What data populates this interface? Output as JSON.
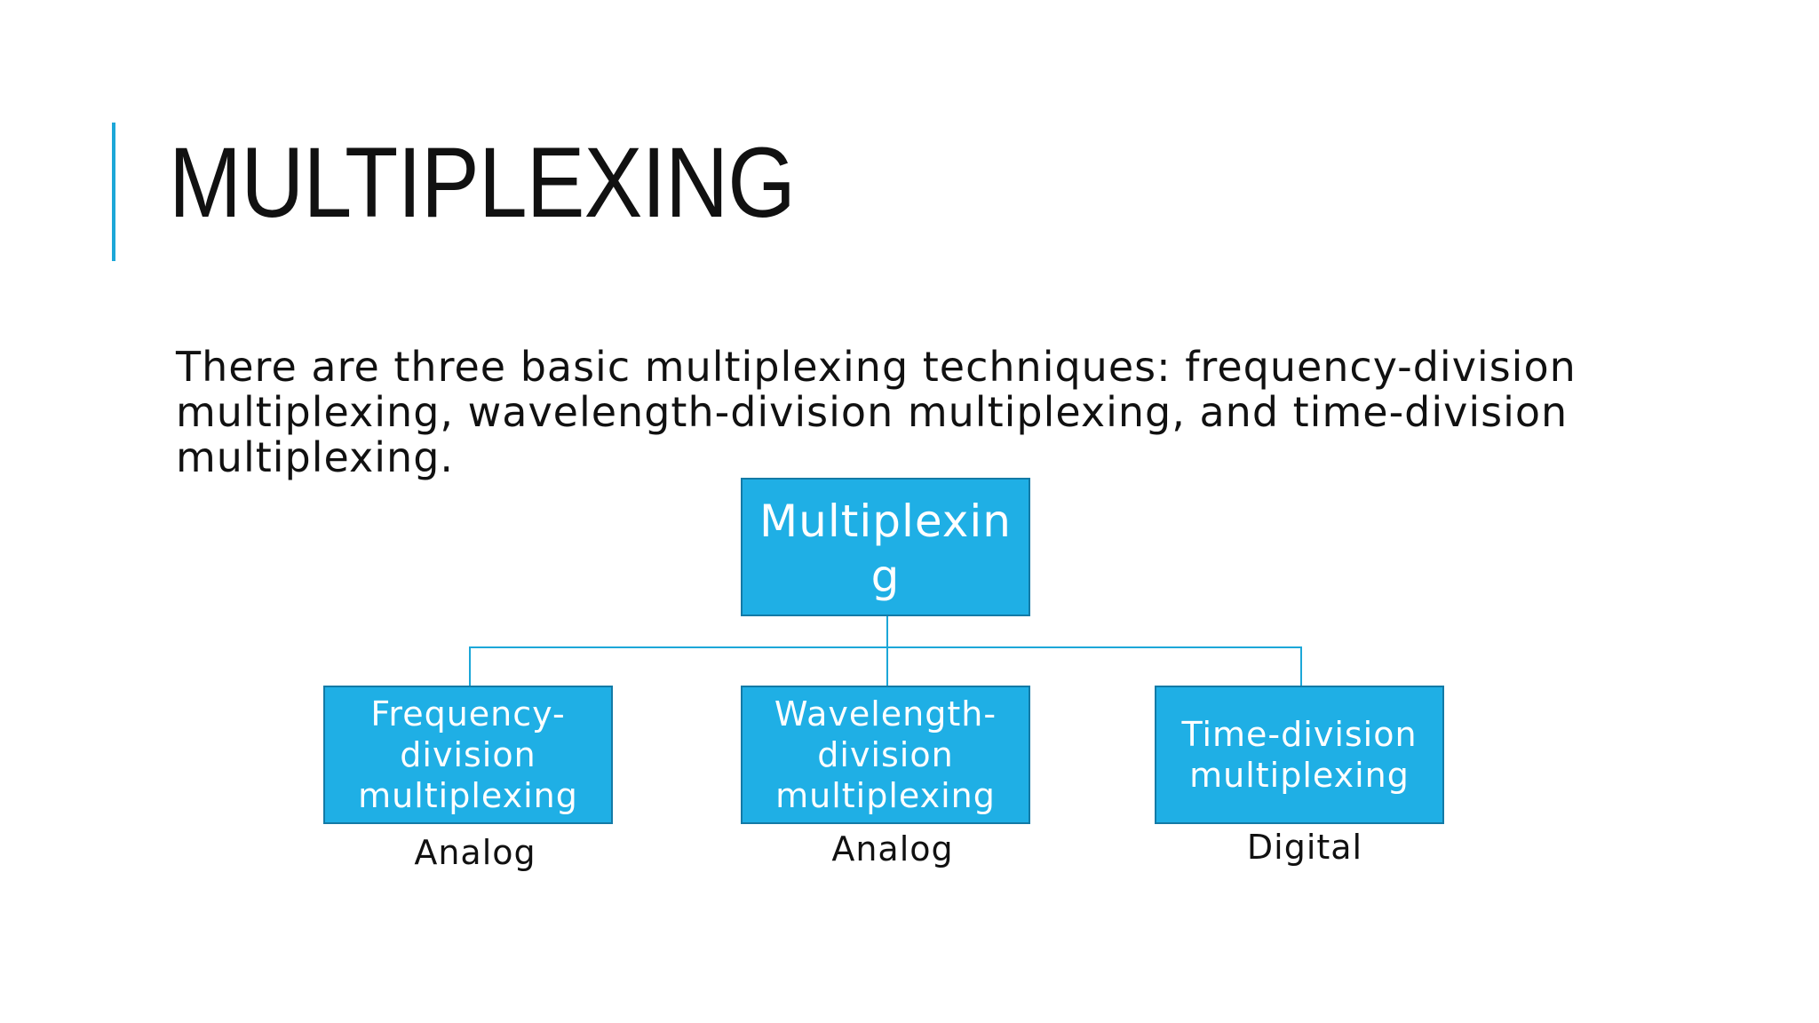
{
  "slide": {
    "title": "MULTIPLEXING",
    "body": "There are three basic multiplexing techniques: frequency-division multiplexing, wavelength-division multiplexing, and time-division multiplexing."
  },
  "diagram": {
    "root": {
      "label": "Multiplexing"
    },
    "children": [
      {
        "label": "Frequency-division multiplexing",
        "type": "Analog"
      },
      {
        "label": "Wavelength-division multiplexing",
        "type": "Analog"
      },
      {
        "label": "Time-division multiplexing",
        "type": "Digital"
      }
    ]
  },
  "colors": {
    "accent": "#1ca7d8",
    "node_fill": "#1fafe5",
    "node_border": "#137aa6",
    "node_text": "#ffffff",
    "text": "#111111"
  }
}
